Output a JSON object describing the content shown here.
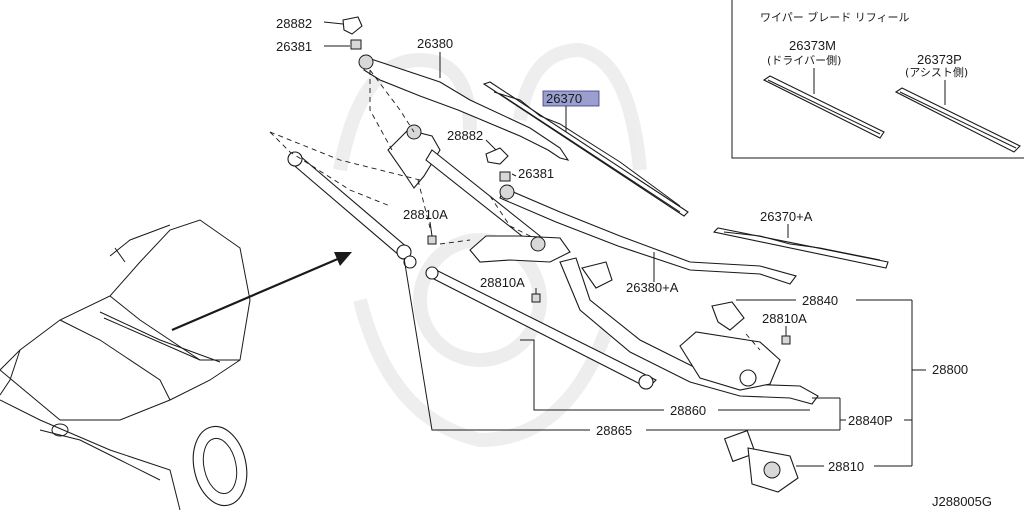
{
  "diagram_code": "J288005G",
  "refill_box": {
    "title": "ワイパー ブレード リフィール",
    "driver": {
      "part": "26373M",
      "note": "(ドライバー側)"
    },
    "assist": {
      "part": "26373P",
      "note": "(アシスト側)"
    }
  },
  "labels": {
    "cap_upper": "28882",
    "nut_upper": "26381",
    "arm_upper": "26380",
    "blade_main": "26370",
    "cap_mid": "28882",
    "nut_mid": "26381",
    "bolt_a1": "28810A",
    "bolt_a2": "28810A",
    "blade_a": "26370+A",
    "arm_a": "26380+A",
    "link_bracket": "28840",
    "bolt_a3": "28810A",
    "assembly": "28800",
    "rod_860": "28860",
    "link_p": "28840P",
    "rod_865": "28865",
    "motor": "28810"
  },
  "colors": {
    "highlight": "#9a9fd0",
    "line": "#1a1a1a"
  }
}
